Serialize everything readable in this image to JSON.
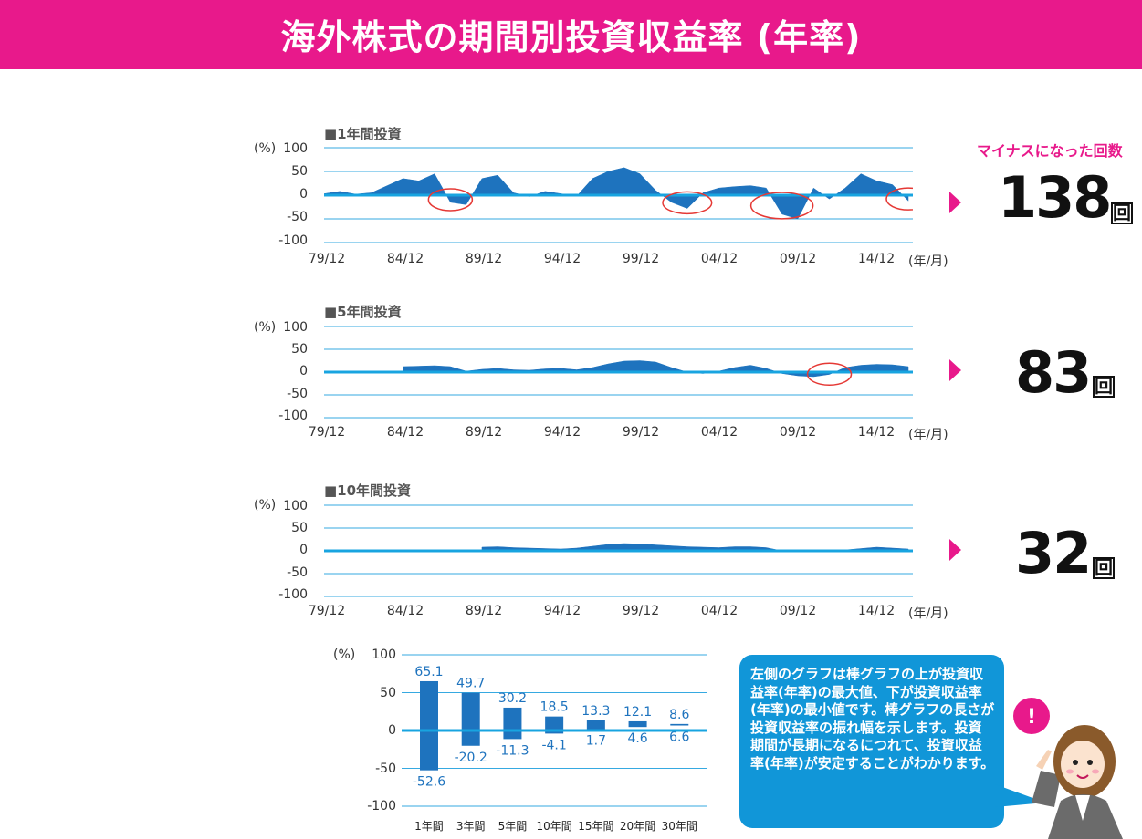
{
  "header": {
    "title": "海外株式の期間別投資収益率 (年率)"
  },
  "minus_heading": "マイナスになった回数",
  "count_unit": "回",
  "unit_label": "(%)",
  "x_unit_label": "(年/月)",
  "y_ticks": [
    "100",
    "50",
    "0",
    "-50",
    "-100"
  ],
  "x_ticks": [
    "79/12",
    "84/12",
    "89/12",
    "94/12",
    "99/12",
    "04/12",
    "09/12",
    "14/12"
  ],
  "panels": [
    {
      "title": "■1年間投資",
      "minus_count": "138"
    },
    {
      "title": "■5年間投資",
      "minus_count": "83"
    },
    {
      "title": "■10年間投資",
      "minus_count": "32"
    }
  ],
  "bubble": {
    "text": "左側のグラフは棒グラフの上が投資収益率(年率)の最大値、下が投資収益率(年率)の最小値です。棒グラフの長さが投資収益率の振れ幅を示します。投資期間が長期になるにつれて、投資収益率(年率)が安定することがわかります。",
    "exclamation": "!"
  },
  "colors": {
    "accent": "#e8198b",
    "bar": "#1e73be",
    "zero_line": "#18a4e0",
    "bubble": "#1196d8"
  },
  "chart_data": [
    {
      "type": "area",
      "title": "■1年間投資",
      "ylabel": "(%)",
      "xlabel": "(年/月)",
      "ylim": [
        -100,
        100
      ],
      "x": [
        "79/12",
        "80/12",
        "81/12",
        "82/12",
        "83/12",
        "84/12",
        "85/12",
        "86/12",
        "87/12",
        "88/12",
        "89/12",
        "90/12",
        "91/12",
        "92/12",
        "93/12",
        "94/12",
        "95/12",
        "96/12",
        "97/12",
        "98/12",
        "99/12",
        "00/12",
        "01/12",
        "02/12",
        "03/12",
        "04/12",
        "05/12",
        "06/12",
        "07/12",
        "08/12",
        "09/12",
        "10/12",
        "11/12",
        "12/12",
        "13/12",
        "14/12",
        "15/12",
        "16/12"
      ],
      "series": [
        {
          "values": [
            3,
            8,
            2,
            5,
            20,
            35,
            30,
            45,
            -15,
            -20,
            35,
            42,
            5,
            -3,
            8,
            3,
            -2,
            35,
            50,
            58,
            45,
            10,
            -15,
            -28,
            5,
            15,
            18,
            20,
            15,
            -40,
            -50,
            15,
            -8,
            15,
            45,
            30,
            22,
            -12
          ]
        }
      ],
      "highlights": [
        "87/12",
        "02/12",
        "08/12",
        "16/12"
      ],
      "minus_count": 138
    },
    {
      "type": "area",
      "title": "■5年間投資",
      "ylabel": "(%)",
      "xlabel": "(年/月)",
      "ylim": [
        -100,
        100
      ],
      "x": [
        "84/12",
        "85/12",
        "86/12",
        "87/12",
        "88/12",
        "89/12",
        "90/12",
        "91/12",
        "92/12",
        "93/12",
        "94/12",
        "95/12",
        "96/12",
        "97/12",
        "98/12",
        "99/12",
        "00/12",
        "01/12",
        "02/12",
        "03/12",
        "04/12",
        "05/12",
        "06/12",
        "07/12",
        "08/12",
        "09/12",
        "10/12",
        "11/12",
        "12/12",
        "13/12",
        "14/12",
        "15/12",
        "16/12"
      ],
      "series": [
        {
          "values": [
            12,
            13,
            14,
            12,
            2,
            6,
            8,
            5,
            4,
            7,
            8,
            5,
            10,
            18,
            24,
            25,
            22,
            10,
            0,
            -3,
            2,
            10,
            15,
            8,
            -3,
            -8,
            -10,
            -5,
            10,
            15,
            17,
            16,
            12
          ]
        }
      ],
      "highlights": [
        "11/12"
      ],
      "minus_count": 83
    },
    {
      "type": "area",
      "title": "■10年間投資",
      "ylabel": "(%)",
      "xlabel": "(年/月)",
      "ylim": [
        -100,
        100
      ],
      "x": [
        "89/12",
        "90/12",
        "91/12",
        "92/12",
        "93/12",
        "94/12",
        "95/12",
        "96/12",
        "97/12",
        "98/12",
        "99/12",
        "00/12",
        "01/12",
        "02/12",
        "03/12",
        "04/12",
        "05/12",
        "06/12",
        "07/12",
        "08/12",
        "09/12",
        "10/12",
        "11/12",
        "12/12",
        "13/12",
        "14/12",
        "15/12",
        "16/12"
      ],
      "series": [
        {
          "values": [
            8,
            9,
            7,
            6,
            5,
            4,
            6,
            10,
            14,
            16,
            15,
            13,
            11,
            9,
            8,
            7,
            9,
            9,
            7,
            0,
            -1,
            -2,
            -1,
            2,
            5,
            8,
            6,
            4
          ]
        }
      ],
      "minus_count": 32
    },
    {
      "type": "bar",
      "ylabel": "(%)",
      "ylim": [
        -100,
        100
      ],
      "categories": [
        "1年間",
        "3年間",
        "5年間",
        "10年間",
        "15年間",
        "20年間",
        "30年間"
      ],
      "series": [
        {
          "values": [
            65.1,
            49.7,
            30.2,
            18.5,
            13.3,
            12.1,
            8.6
          ]
        },
        {
          "values": [
            -52.6,
            -20.2,
            -11.3,
            -4.1,
            1.7,
            4.6,
            6.6
          ]
        }
      ],
      "max_labels": [
        "65.1",
        "49.7",
        "30.2",
        "18.5",
        "13.3",
        "12.1",
        "8.6"
      ],
      "min_labels": [
        "-52.6",
        "-20.2",
        "-11.3",
        "-4.1",
        "1.7",
        "4.6",
        "6.6"
      ]
    }
  ]
}
